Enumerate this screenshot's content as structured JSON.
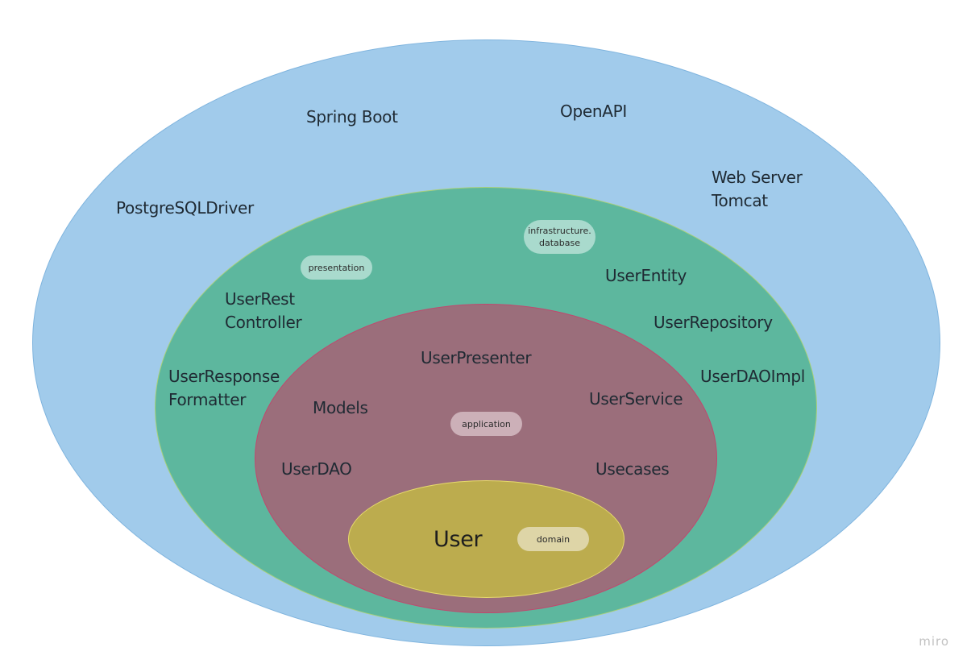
{
  "layers": {
    "infrastructure": {
      "color": "#a1cbeb",
      "items": [
        "Spring Boot",
        "OpenAPI",
        "Web Server\nTomcat",
        "PostgreSQLDriver"
      ]
    },
    "presentation": {
      "color": "#5db79e",
      "tag": "presentation",
      "infra_db_tag": "infrastructure.\ndatabase",
      "items": [
        "UserEntity",
        "UserRest\nController",
        "UserRepository",
        "UserResponse\nFormatter",
        "UserDAOImpl"
      ]
    },
    "application": {
      "color": "#9b6e7b",
      "tag": "application",
      "items": [
        "UserPresenter",
        "Models",
        "UserService",
        "UserDAO",
        "Usecases"
      ]
    },
    "domain": {
      "color": "#bcac4e",
      "tag": "domain",
      "items": [
        "User"
      ]
    }
  },
  "brand": "miro"
}
